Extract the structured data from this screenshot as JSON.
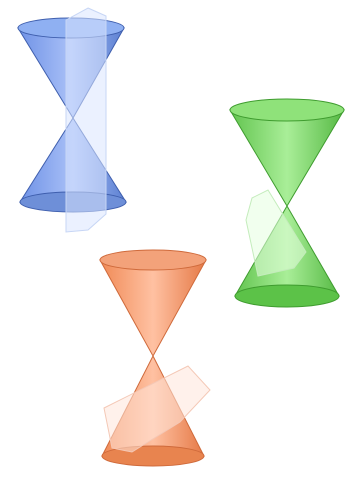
{
  "figure": {
    "figures": [
      {
        "id": "blue-cone",
        "color": "#5b7fd1",
        "stroke": "#3f5fae",
        "plane_fill": "#dbe6ff"
      },
      {
        "id": "green-cone",
        "color": "#6fcf5a",
        "stroke": "#3f9c2f",
        "plane_fill": "#e6ffe0"
      },
      {
        "id": "orange-cone",
        "color": "#f1905f",
        "stroke": "#cf6a3b",
        "plane_fill": "#ffe6da"
      }
    ]
  }
}
